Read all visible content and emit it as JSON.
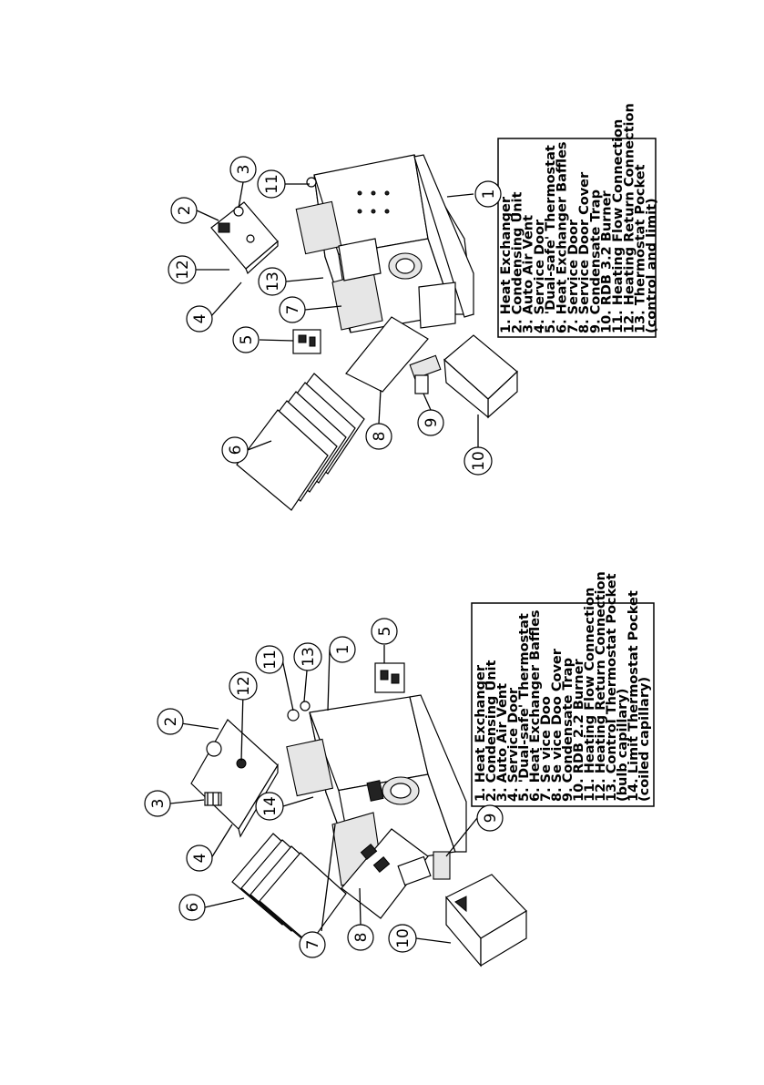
{
  "upper_diagram": {
    "legend": [
      "1. Heat Exchanger",
      "2. Condensing Unit",
      "3. Auto Air Vent",
      "4. Service Door",
      "5. 'Dual-safe' Thermostat",
      "6. Heat Exchanger Baffles",
      "7. Service Door",
      "8. Service Door Cover",
      "9. Condensate Trap",
      "10. RDB 3.2 Burner",
      "11. Heating Flow Connection",
      "12. Heating Return Connection",
      "13. Thermostat Pocket",
      "(control and limit)"
    ],
    "callouts": {
      "c1": "1",
      "c2": "2",
      "c3": "3",
      "c4": "4",
      "c5": "5",
      "c6": "6",
      "c7": "7",
      "c8": "8",
      "c9": "9",
      "c10": "10",
      "c11": "11",
      "c12": "12",
      "c13": "13"
    }
  },
  "lower_diagram": {
    "legend": [
      "1. Heat Exchanger",
      "2. Condensing Unit",
      "3. Auto Air Vent",
      "4. Service Door",
      "5. 'Dual-safe' Thermostat",
      "6. Heat Exchanger Baffles",
      "7. Se vice Doo",
      "8. Se vice Doo    Cover",
      "9. Condensate Trap",
      "10. RDB 2.2 Burner",
      "11. Heating Flow Connection",
      "12. Heating Return Connection",
      "13. Control Thermostat Pocket",
      "       (bulb capillary)",
      "14. Limit Thermostat Pocket",
      "       (coiled capillary)"
    ],
    "callouts": {
      "c1": "1",
      "c2": "2",
      "c3": "3",
      "c4": "4",
      "c5": "5",
      "c6": "6",
      "c7": "7",
      "c8": "8",
      "c9": "9",
      "c10": "10",
      "c11": "11",
      "c12": "12",
      "c13": "13",
      "c14": "14"
    }
  }
}
